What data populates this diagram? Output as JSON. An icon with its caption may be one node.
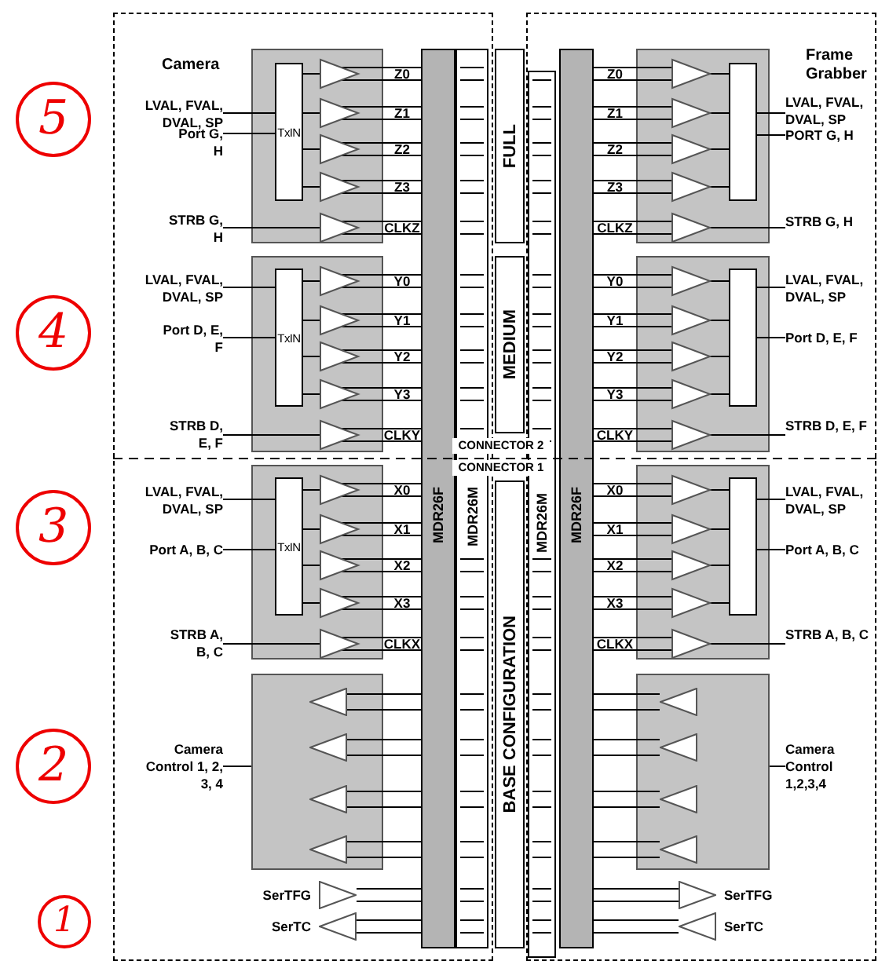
{
  "diagram": {
    "nodes": [
      {
        "text": [
          "Camera"
        ]
      },
      {
        "text": [
          "Frame Grabber"
        ]
      },
      {
        "text": [],
        "shape": "box",
        "in": 0
      },
      {
        "text": [
          "TxIN"
        ],
        "in": 2
      },
      {
        "text": [],
        "shape": "box",
        "in": 0
      },
      {
        "text": [
          "TxIN"
        ],
        "in": 4
      },
      {
        "text": [],
        "shape": "box",
        "in": 0
      },
      {
        "text": [
          "TxIN"
        ],
        "in": 6
      },
      {
        "text": [],
        "shape": "box",
        "in": 0
      },
      {
        "text": [
          "MDR26F"
        ],
        "in": 0
      },
      {
        "text": [
          "MDR26M"
        ],
        "in": 0
      },
      {
        "text": [
          "FULL"
        ]
      },
      {
        "text": [
          "MEDIUM"
        ]
      },
      {
        "text": [
          "BASE CONFIGURATION"
        ]
      },
      {
        "text": [
          "MDR26M"
        ],
        "in": 1
      },
      {
        "text": [
          "MDR26F"
        ],
        "in": 1
      },
      {
        "text": [],
        "shape": "box",
        "in": 1
      },
      {
        "text": [],
        "shape": "box",
        "in": 16
      },
      {
        "text": [],
        "shape": "box",
        "in": 1
      },
      {
        "text": [],
        "shape": "box",
        "in": 18
      },
      {
        "text": [],
        "shape": "box",
        "in": 1
      },
      {
        "text": [],
        "shape": "box",
        "in": 20
      },
      {
        "text": [],
        "shape": "box",
        "in": 1
      },
      {
        "text": [
          "LVAL, FVAL, DVAL, SP"
        ],
        "in": 0
      },
      {
        "text": [
          "Port G, H"
        ],
        "in": 0
      },
      {
        "text": [
          "STRB G, H"
        ],
        "in": 0
      },
      {
        "text": [
          "LVAL, FVAL, DVAL, SP"
        ],
        "in": 0
      },
      {
        "text": [
          "Port D, E, F"
        ],
        "in": 0
      },
      {
        "text": [
          "STRB D, E, F"
        ],
        "in": 0
      },
      {
        "text": [
          "LVAL, FVAL, DVAL, SP"
        ],
        "in": 0
      },
      {
        "text": [
          "Port A, B, C"
        ],
        "in": 0
      },
      {
        "text": [
          "STRB A, B, C"
        ],
        "in": 0
      },
      {
        "text": [
          "Camera Control 1, 2, 3, 4"
        ],
        "in": 0
      },
      {
        "text": [
          "LVAL, FVAL, DVAL, SP"
        ],
        "in": 1
      },
      {
        "text": [
          "PORT G, H"
        ],
        "in": 1
      },
      {
        "text": [
          "STRB G, H"
        ],
        "in": 1
      },
      {
        "text": [
          "LVAL, FVAL, DVAL, SP"
        ],
        "in": 1
      },
      {
        "text": [
          "Port D, E, F"
        ],
        "in": 1
      },
      {
        "text": [
          "STRB D, E, F"
        ],
        "in": 1
      },
      {
        "text": [
          "LVAL, FVAL, DVAL, SP"
        ],
        "in": 1
      },
      {
        "text": [
          "Port A, B, C"
        ],
        "in": 1
      },
      {
        "text": [
          "STRB A, B, C"
        ],
        "in": 1
      },
      {
        "text": [
          "Camera Control 1,2,3,4"
        ],
        "in": 1
      },
      {
        "text": [],
        "shape": "triangle",
        "beside": [
          "SerTFG"
        ],
        "in": 0
      },
      {
        "text": [],
        "shape": "triangle",
        "beside": [
          "SerTC"
        ],
        "in": 0
      },
      {
        "text": [],
        "shape": "triangle",
        "beside": [
          "SerTFG"
        ],
        "in": 1
      },
      {
        "text": [],
        "shape": "triangle",
        "beside": [
          "SerTC"
        ],
        "in": 1
      },
      {
        "text": [],
        "shape": "triangle",
        "in": 8
      },
      {
        "text": [],
        "shape": "triangle",
        "in": 8
      },
      {
        "text": [],
        "shape": "triangle",
        "in": 8
      },
      {
        "text": [],
        "shape": "triangle",
        "in": 8
      },
      {
        "text": [],
        "shape": "triangle",
        "in": 22
      },
      {
        "text": [],
        "shape": "triangle",
        "in": 22
      },
      {
        "text": [],
        "shape": "triangle",
        "in": 22
      },
      {
        "text": [],
        "shape": "triangle",
        "in": 22
      }
    ],
    "edges": [
      {
        "from": 23,
        "to": 3,
        "arrow": "none"
      },
      {
        "from": 24,
        "to": 3,
        "arrow": "none"
      },
      {
        "from": 26,
        "to": 5,
        "arrow": "none"
      },
      {
        "from": 27,
        "to": 5,
        "arrow": "none"
      },
      {
        "from": 29,
        "to": 7,
        "arrow": "none"
      },
      {
        "from": 30,
        "to": 7,
        "arrow": "none"
      },
      {
        "from": 8,
        "to": 32,
        "arrow": "none"
      },
      {
        "from": 17,
        "to": 33,
        "arrow": "none"
      },
      {
        "from": 17,
        "to": 34,
        "arrow": "none"
      },
      {
        "from": 19,
        "to": 36,
        "arrow": "none"
      },
      {
        "from": 19,
        "to": 37,
        "arrow": "none"
      },
      {
        "from": 21,
        "to": 39,
        "arrow": "none"
      },
      {
        "from": 21,
        "to": 40,
        "arrow": "none"
      },
      {
        "from": 42,
        "to": 22,
        "arrow": "none"
      },
      {
        "from": 3,
        "to": 9,
        "arrow": "none"
      },
      {
        "from": 3,
        "to": 9,
        "arrow": "none"
      },
      {
        "from": 3,
        "to": 9,
        "arrow": "none"
      },
      {
        "from": 3,
        "to": 9,
        "arrow": "none"
      },
      {
        "from": 3,
        "to": 9,
        "arrow": "none"
      },
      {
        "from": 3,
        "to": 9,
        "arrow": "none"
      },
      {
        "from": 3,
        "to": 9,
        "arrow": "none"
      },
      {
        "from": 3,
        "to": 9,
        "arrow": "none"
      },
      {
        "from": 25,
        "to": 9,
        "arrow": "none"
      },
      {
        "from": 25,
        "to": 9,
        "arrow": "none"
      },
      {
        "from": 5,
        "to": 9,
        "arrow": "none"
      },
      {
        "from": 5,
        "to": 9,
        "arrow": "none"
      },
      {
        "from": 5,
        "to": 9,
        "arrow": "none"
      },
      {
        "from": 5,
        "to": 9,
        "arrow": "none"
      },
      {
        "from": 5,
        "to": 9,
        "arrow": "none"
      },
      {
        "from": 5,
        "to": 9,
        "arrow": "none"
      },
      {
        "from": 5,
        "to": 9,
        "arrow": "none"
      },
      {
        "from": 5,
        "to": 9,
        "arrow": "none"
      },
      {
        "from": 28,
        "to": 9,
        "arrow": "none"
      },
      {
        "from": 28,
        "to": 9,
        "arrow": "none"
      },
      {
        "from": 7,
        "to": 9,
        "arrow": "none"
      },
      {
        "from": 7,
        "to": 9,
        "arrow": "none"
      },
      {
        "from": 7,
        "to": 9,
        "arrow": "none"
      },
      {
        "from": 7,
        "to": 9,
        "arrow": "none"
      },
      {
        "from": 7,
        "to": 9,
        "arrow": "none"
      },
      {
        "from": 7,
        "to": 9,
        "arrow": "none"
      },
      {
        "from": 7,
        "to": 9,
        "arrow": "none"
      },
      {
        "from": 7,
        "to": 9,
        "arrow": "none"
      },
      {
        "from": 31,
        "to": 9,
        "arrow": "none"
      },
      {
        "from": 31,
        "to": 9,
        "arrow": "none"
      },
      {
        "from": 47,
        "to": 9,
        "arrow": "none"
      },
      {
        "from": 47,
        "to": 9,
        "arrow": "none"
      },
      {
        "from": 48,
        "to": 9,
        "arrow": "none"
      },
      {
        "from": 48,
        "to": 9,
        "arrow": "none"
      },
      {
        "from": 49,
        "to": 9,
        "arrow": "none"
      },
      {
        "from": 49,
        "to": 9,
        "arrow": "none"
      },
      {
        "from": 50,
        "to": 9,
        "arrow": "none"
      },
      {
        "from": 50,
        "to": 9,
        "arrow": "none"
      },
      {
        "from": 43,
        "to": 9,
        "arrow": "none"
      },
      {
        "from": 43,
        "to": 9,
        "arrow": "none"
      },
      {
        "from": 44,
        "to": 9,
        "arrow": "none"
      },
      {
        "from": 44,
        "to": 9,
        "arrow": "none"
      },
      {
        "from": 15,
        "to": 17,
        "arrow": "none"
      },
      {
        "from": 15,
        "to": 17,
        "arrow": "none"
      },
      {
        "from": 15,
        "to": 17,
        "arrow": "none"
      },
      {
        "from": 15,
        "to": 17,
        "arrow": "none"
      },
      {
        "from": 15,
        "to": 17,
        "arrow": "none"
      },
      {
        "from": 15,
        "to": 17,
        "arrow": "none"
      },
      {
        "from": 15,
        "to": 17,
        "arrow": "none"
      },
      {
        "from": 15,
        "to": 17,
        "arrow": "none"
      },
      {
        "from": 15,
        "to": 35,
        "arrow": "none"
      },
      {
        "from": 15,
        "to": 35,
        "arrow": "none"
      },
      {
        "from": 15,
        "to": 19,
        "arrow": "none"
      },
      {
        "from": 15,
        "to": 19,
        "arrow": "none"
      },
      {
        "from": 15,
        "to": 19,
        "arrow": "none"
      },
      {
        "from": 15,
        "to": 19,
        "arrow": "none"
      },
      {
        "from": 15,
        "to": 19,
        "arrow": "none"
      },
      {
        "from": 15,
        "to": 19,
        "arrow": "none"
      },
      {
        "from": 15,
        "to": 19,
        "arrow": "none"
      },
      {
        "from": 15,
        "to": 19,
        "arrow": "none"
      },
      {
        "from": 15,
        "to": 38,
        "arrow": "none"
      },
      {
        "from": 15,
        "to": 38,
        "arrow": "none"
      },
      {
        "from": 15,
        "to": 21,
        "arrow": "none"
      },
      {
        "from": 15,
        "to": 21,
        "arrow": "none"
      },
      {
        "from": 15,
        "to": 21,
        "arrow": "none"
      },
      {
        "from": 15,
        "to": 21,
        "arrow": "none"
      },
      {
        "from": 15,
        "to": 21,
        "arrow": "none"
      },
      {
        "from": 15,
        "to": 21,
        "arrow": "none"
      },
      {
        "from": 15,
        "to": 21,
        "arrow": "none"
      },
      {
        "from": 15,
        "to": 21,
        "arrow": "none"
      },
      {
        "from": 15,
        "to": 41,
        "arrow": "none"
      },
      {
        "from": 15,
        "to": 41,
        "arrow": "none"
      },
      {
        "from": 15,
        "to": 51,
        "arrow": "none"
      },
      {
        "from": 15,
        "to": 51,
        "arrow": "none"
      },
      {
        "from": 15,
        "to": 52,
        "arrow": "none"
      },
      {
        "from": 15,
        "to": 52,
        "arrow": "none"
      },
      {
        "from": 15,
        "to": 53,
        "arrow": "none"
      },
      {
        "from": 15,
        "to": 53,
        "arrow": "none"
      },
      {
        "from": 15,
        "to": 54,
        "arrow": "none"
      },
      {
        "from": 15,
        "to": 54,
        "arrow": "none"
      },
      {
        "from": 15,
        "to": 45,
        "arrow": "none"
      },
      {
        "from": 15,
        "to": 45,
        "arrow": "none"
      },
      {
        "from": 15,
        "to": 46,
        "arrow": "none"
      },
      {
        "from": 15,
        "to": 46,
        "arrow": "none"
      }
    ],
    "labels": [
      "5",
      "Z0",
      "Z1",
      "Z2",
      "Z3",
      "CLKZ",
      "Z0",
      "Z1",
      "Z2",
      "Z3",
      "CLKZ",
      "4",
      "Y0",
      "Y1",
      "Y2",
      "Y3",
      "CLKY",
      "Y0",
      "Y1",
      "Y2",
      "Y3",
      "CLKY",
      "CONNECTOR 2",
      "CONNECTOR 1",
      "3",
      "X0",
      "X1",
      "X2",
      "X3",
      "CLKX",
      "X0",
      "X1",
      "X2",
      "X3",
      "CLKX",
      "2",
      "1"
    ]
  }
}
